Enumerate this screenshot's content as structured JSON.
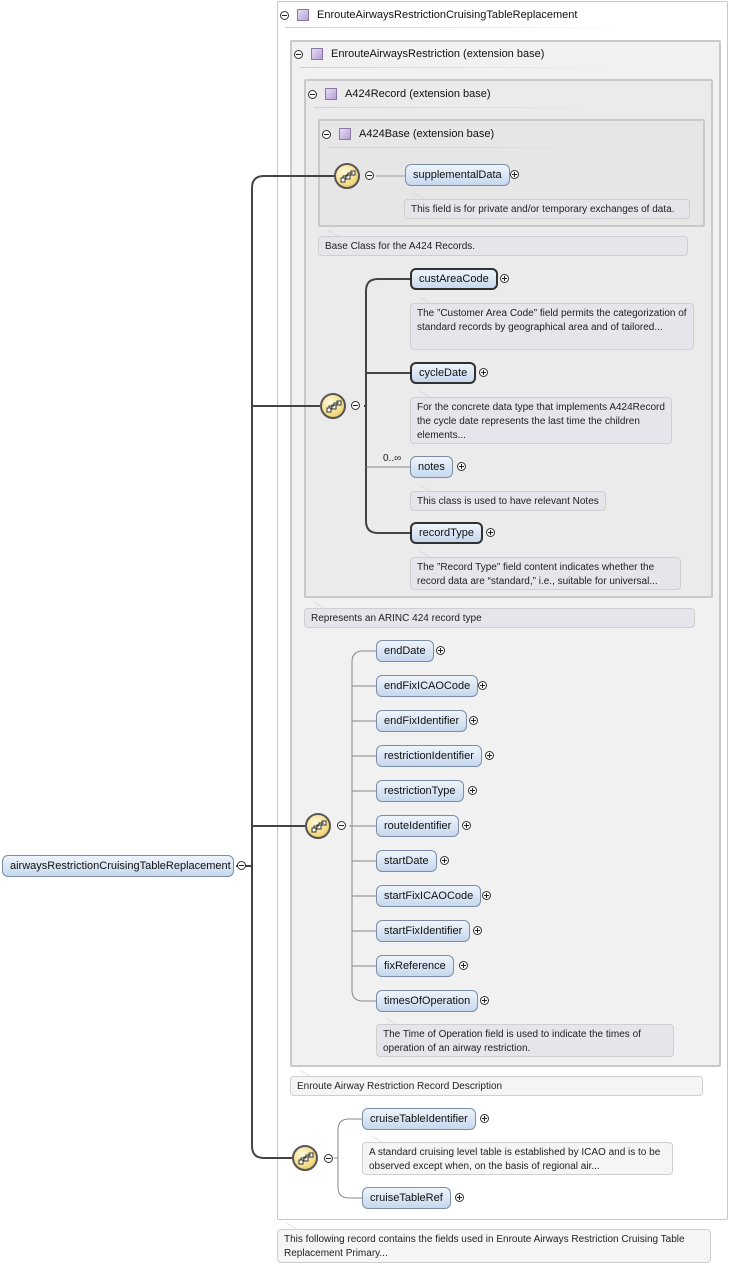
{
  "root": {
    "name": "airwaysRestrictionCruisingTableReplacement",
    "type": "EnrouteAirwaysRestrictionCruisingTableReplacement",
    "doc": "This following record contains the fields used in Enroute Airways Restriction Cruising Table Replacement Primary..."
  },
  "extension1": {
    "type": "EnrouteAirwaysRestriction (extension base)",
    "doc": "Enroute Airway Restriction Record Description"
  },
  "extension2": {
    "type": "A424Record (extension base)",
    "doc": "Represents an ARINC 424 record type"
  },
  "extension3": {
    "type": "A424Base (extension base)",
    "doc": "Base Class for the A424 Records."
  },
  "base_elements": {
    "supplementalData": {
      "name": "supplementalData",
      "doc": "This field is for private and/or temporary exchanges of data."
    }
  },
  "record_elements": [
    {
      "name": "custAreaCode",
      "doc": "The ”Customer Area Code” field permits the categorization of standard records by geographical area and of tailored..."
    },
    {
      "name": "cycleDate",
      "doc": "For the concrete data type that implements A424Record the cycle date represents the last time the children elements..."
    },
    {
      "name": "notes",
      "occurs": "0..∞",
      "doc": "This class is used to have relevant Notes"
    },
    {
      "name": "recordType",
      "doc": "The ”Record Type” field content indicates whether the record data are “standard,” i.e., suitable for universal..."
    }
  ],
  "restriction_elements": [
    "endDate",
    "endFixICAOCode",
    "endFixIdentifier",
    "restrictionIdentifier",
    "restrictionType",
    "routeIdentifier",
    "startDate",
    "startFixICAOCode",
    "startFixIdentifier",
    "fixReference",
    "timesOfOperation"
  ],
  "times_of_operation_doc": "The Time of Operation field is used to indicate the times of operation of an airway restriction.",
  "cruise_elements": [
    {
      "name": "cruiseTableIdentifier",
      "doc": "A standard cruising level table is established by ICAO and is to be observed except when, on the basis of regional air..."
    },
    {
      "name": "cruiseTableRef"
    }
  ],
  "icons": {
    "sequence": "sequence-compositor-icon",
    "complex_type": "complex-type-icon",
    "collapse": "collapse-minus-icon",
    "expand": "expand-plus-icon"
  },
  "colors": {
    "element_fill_top": "#eef4fb",
    "element_fill_bottom": "#c6d8ee",
    "compositor_fill": "#f4db86",
    "connector": "#444444"
  }
}
